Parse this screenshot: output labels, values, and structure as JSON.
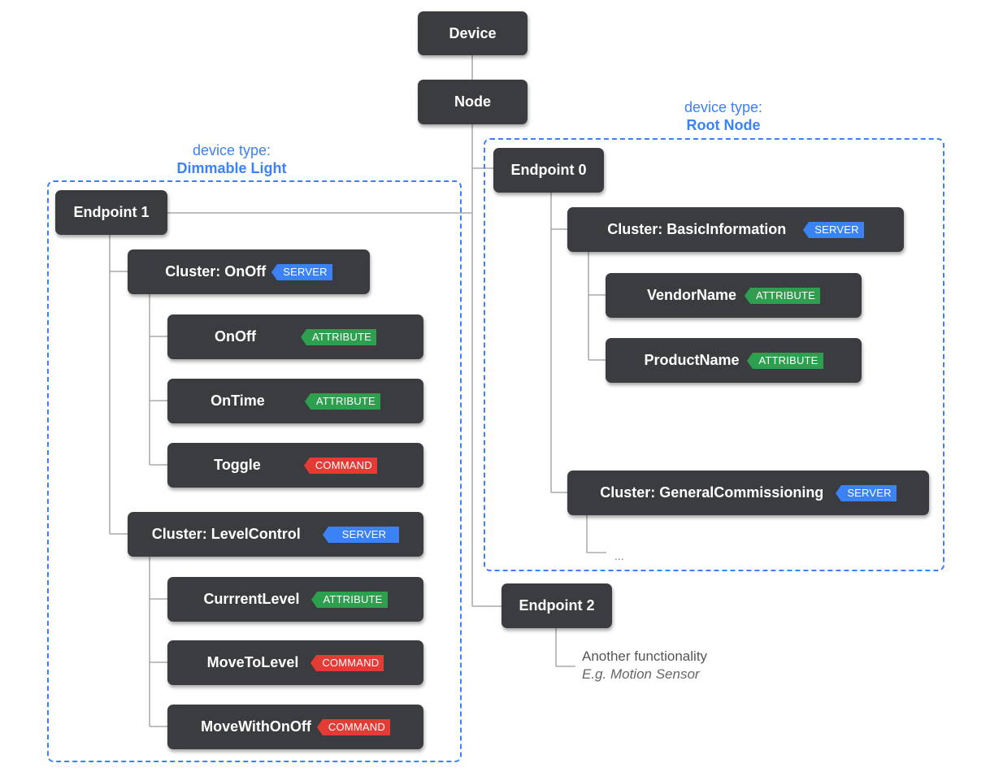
{
  "nodes": {
    "device": "Device",
    "node": "Node",
    "endpoint0": "Endpoint 0",
    "endpoint1": "Endpoint 1",
    "endpoint2": "Endpoint 2",
    "basic_info": "Cluster: BasicInformation",
    "vendor_name": "VendorName",
    "product_name": "ProductName",
    "general_comm": "Cluster: GeneralCommissioning",
    "onoff_cluster": "Cluster: OnOff",
    "onoff_attr": "OnOff",
    "ontime": "OnTime",
    "toggle": "Toggle",
    "level_cluster": "Cluster: LevelControl",
    "current_level": "CurrrentLevel",
    "move_to_level": "MoveToLevel",
    "move_with_onoff": "MoveWithOnOff"
  },
  "tags": {
    "server": "SERVER",
    "attribute": "ATTRIBUTE",
    "command": "COMMAND"
  },
  "groups": {
    "root": {
      "prefix": "device type:",
      "name": "Root Node"
    },
    "dimmable": {
      "prefix": "device type:",
      "name": "Dimmable Light"
    }
  },
  "ellipsis": "...",
  "endpoint2_note": {
    "line1": "Another functionality",
    "line2": "E.g. Motion Sensor"
  },
  "colors": {
    "node_bg": "#3a3c3f",
    "server": "#3b82f6",
    "attribute": "#2e9e4f",
    "command": "#e53b35",
    "group_border": "#3b82f6"
  }
}
